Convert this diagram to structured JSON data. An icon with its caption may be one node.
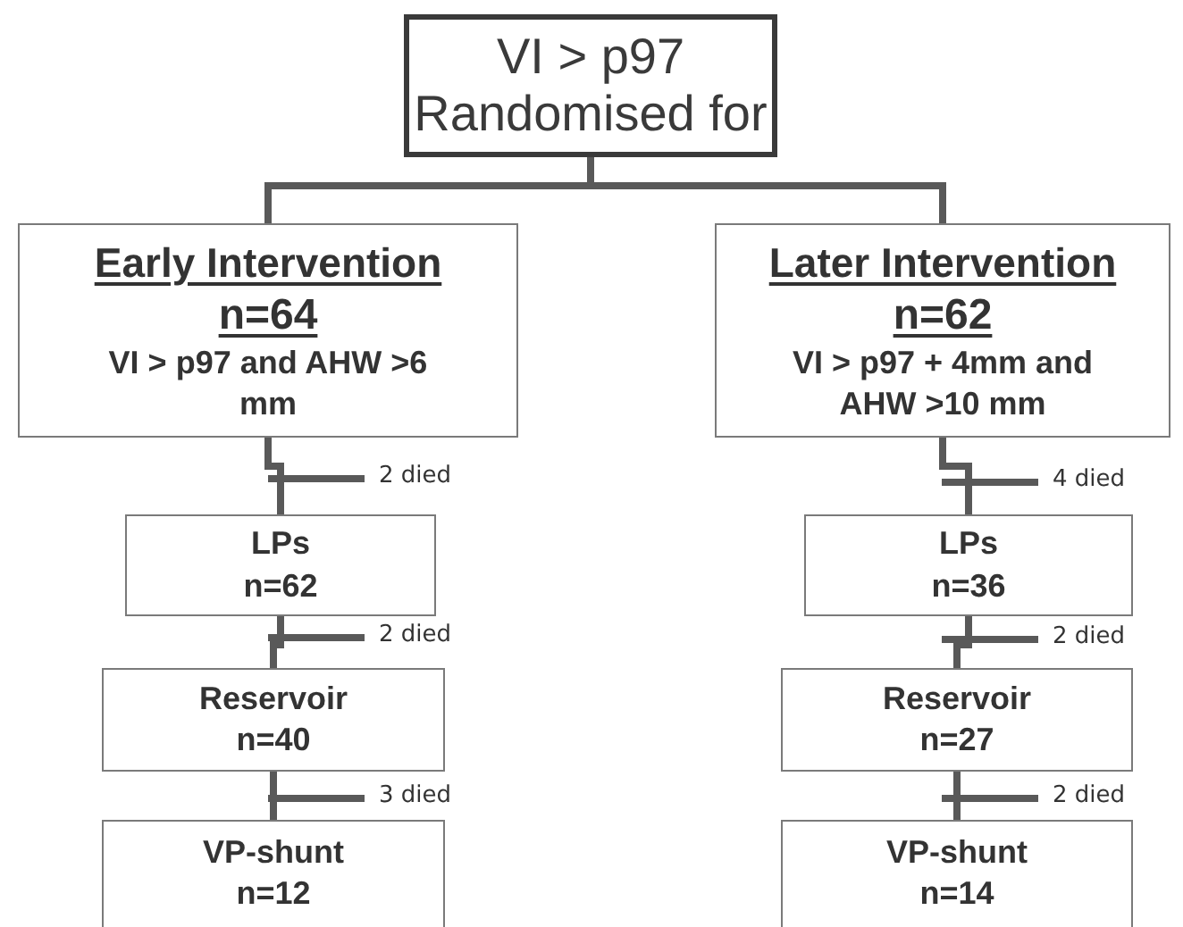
{
  "diagram": {
    "nodes": [
      {
        "text": [
          "VI > p97 Randomised for"
        ]
      },
      {
        "text": [
          "Early Intervention",
          "n=64",
          "VI > p97 and AHW >6 mm"
        ]
      },
      {
        "text": [
          "Later Intervention",
          "n=62",
          "VI > p97 + 4mm and AHW >10 mm"
        ]
      },
      {
        "text": [
          "LPs",
          "n=62"
        ]
      },
      {
        "text": [
          "Reservoir",
          "n=40"
        ]
      },
      {
        "text": [
          "VP-shunt",
          "n=12"
        ]
      },
      {
        "text": [
          "LPs",
          "n=36"
        ]
      },
      {
        "text": [
          "Reservoir",
          "n=27"
        ]
      },
      {
        "text": [
          "VP-shunt",
          "n=14"
        ]
      }
    ],
    "edges": [
      {
        "from": 0,
        "to": 1,
        "arrow": "none"
      },
      {
        "from": 0,
        "to": 2,
        "arrow": "none"
      },
      {
        "from": 1,
        "to": 3,
        "arrow": "none"
      },
      {
        "from": 3,
        "to": 4,
        "arrow": "none"
      },
      {
        "from": 4,
        "to": 5,
        "arrow": "none"
      },
      {
        "from": 2,
        "to": 6,
        "arrow": "none"
      },
      {
        "from": 6,
        "to": 7,
        "arrow": "none"
      },
      {
        "from": 7,
        "to": 8,
        "arrow": "none"
      }
    ],
    "labels": [
      "2 died",
      "4 died",
      "2 died",
      "2 died",
      "3 died",
      "2 died"
    ]
  }
}
